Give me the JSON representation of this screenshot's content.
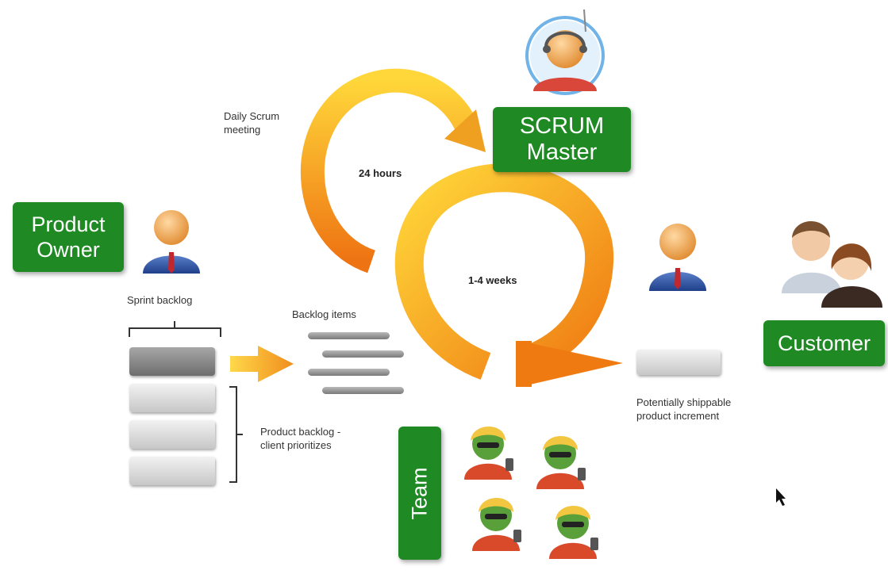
{
  "roles": {
    "product_owner": [
      "Product",
      "Owner"
    ],
    "scrum_master": [
      "SCRUM",
      "Master"
    ],
    "customer": "Customer",
    "team": "Team"
  },
  "labels": {
    "daily_scrum": [
      "Daily Scrum",
      "meeting"
    ],
    "hours": "24 hours",
    "weeks": "1-4 weeks",
    "sprint_backlog": "Sprint backlog",
    "backlog_items": "Backlog items",
    "product_backlog": [
      "Product backlog -",
      "client prioritizes"
    ],
    "increment": [
      "Potentially shippable",
      "product increment"
    ]
  },
  "colors": {
    "role_box": "#1f8a24",
    "arrow_light": "#ffd030",
    "arrow_dark": "#f07a10"
  }
}
